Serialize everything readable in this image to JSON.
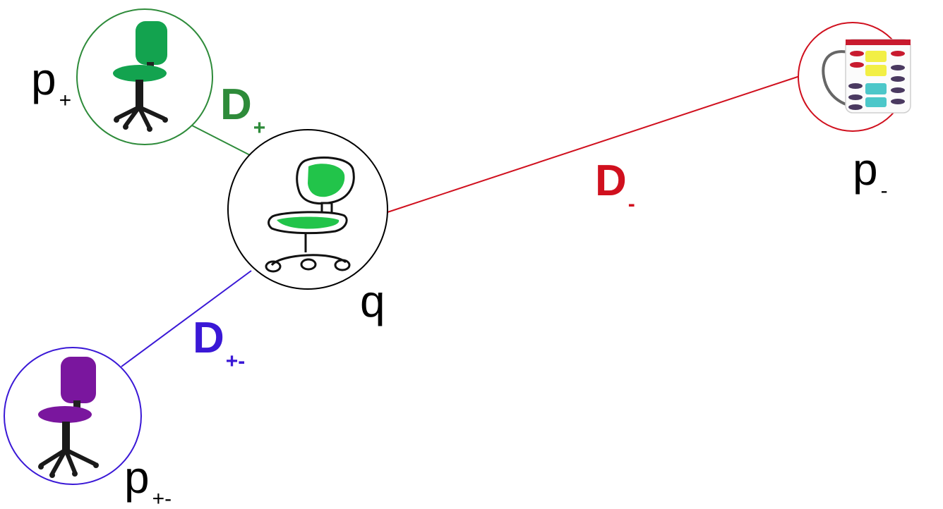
{
  "colors": {
    "positive": "#2e8b3a",
    "negative": "#d0101e",
    "mixed": "#3a18d6",
    "query": "#000000",
    "green_fill": "#13a34f",
    "purple_fill": "#7a169e",
    "sketch_green": "#22c44a"
  },
  "nodes": {
    "query": {
      "label": "q"
    },
    "positive": {
      "label_base": "p",
      "label_sub": "+"
    },
    "negative": {
      "label_base": "p",
      "label_sub": "-"
    },
    "mixed": {
      "label_base": "p",
      "label_sub": "+-"
    }
  },
  "edges": {
    "positive": {
      "label_base": "D",
      "label_sub": "+"
    },
    "negative": {
      "label_base": "D",
      "label_sub": "-"
    },
    "mixed": {
      "label_base": "D",
      "label_sub": "+-"
    }
  },
  "icons": {
    "query": "sketched-chair-icon",
    "positive": "green-office-chair-icon",
    "negative": "striped-mug-icon",
    "mixed": "purple-office-chair-icon"
  }
}
